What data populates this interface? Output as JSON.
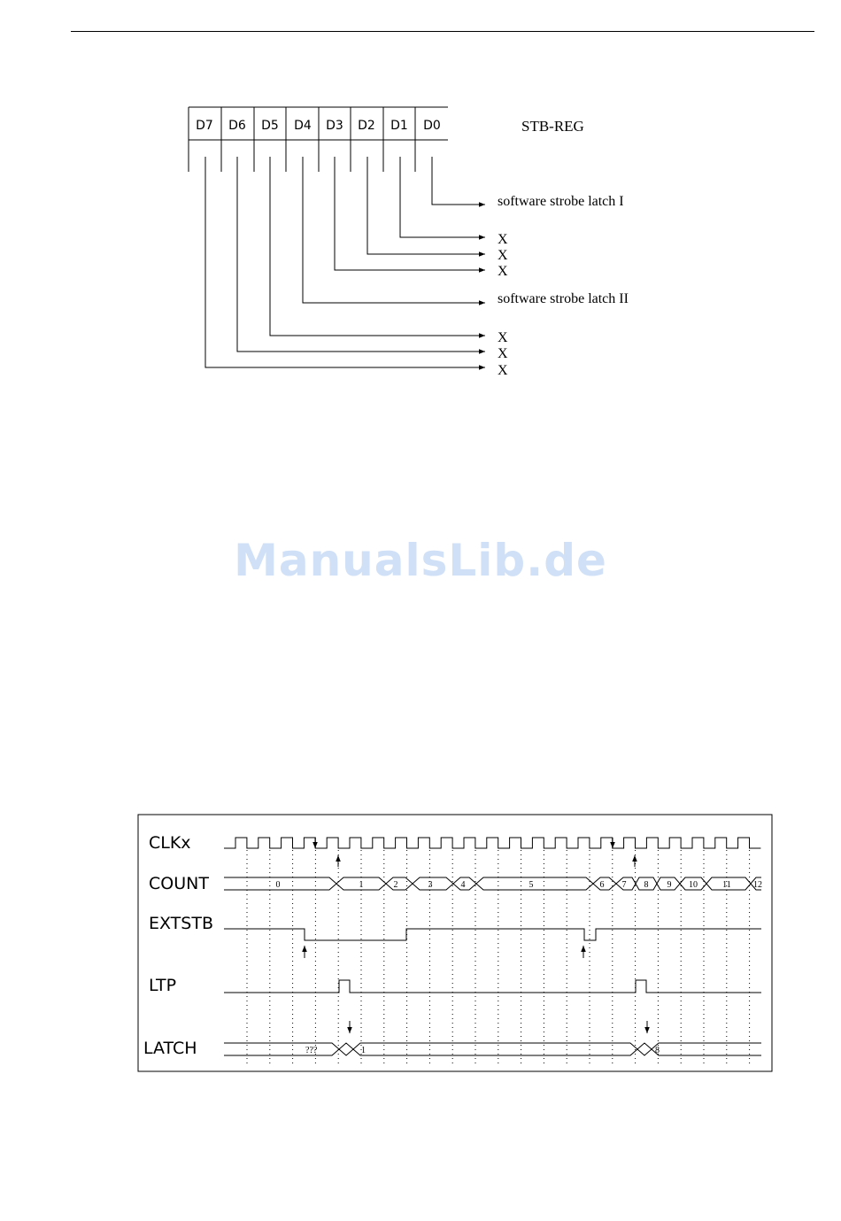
{
  "register": {
    "title": "STB-REG",
    "bits": [
      "D7",
      "D6",
      "D5",
      "D4",
      "D3",
      "D2",
      "D1",
      "D0"
    ],
    "outputs": [
      {
        "bit": "D0",
        "label": "software strobe latch I"
      },
      {
        "bit": "D1",
        "label": "X"
      },
      {
        "bit": "D2",
        "label": "X"
      },
      {
        "bit": "D3",
        "label": "X"
      },
      {
        "bit": "D4",
        "label": "software strobe latch II"
      },
      {
        "bit": "D5",
        "label": "X"
      },
      {
        "bit": "D6",
        "label": "X"
      },
      {
        "bit": "D7",
        "label": "X"
      }
    ]
  },
  "watermark": "ManualsLib.de",
  "timing": {
    "signals": [
      "CLKx",
      "COUNT",
      "EXTSTB",
      "LTP",
      "LATCH"
    ],
    "count_values": [
      "0",
      "1",
      "2",
      "3",
      "4",
      "5",
      "6",
      "7",
      "8",
      "9",
      "10",
      "11",
      "12"
    ],
    "latch_values": [
      "???",
      "1",
      "8"
    ]
  }
}
